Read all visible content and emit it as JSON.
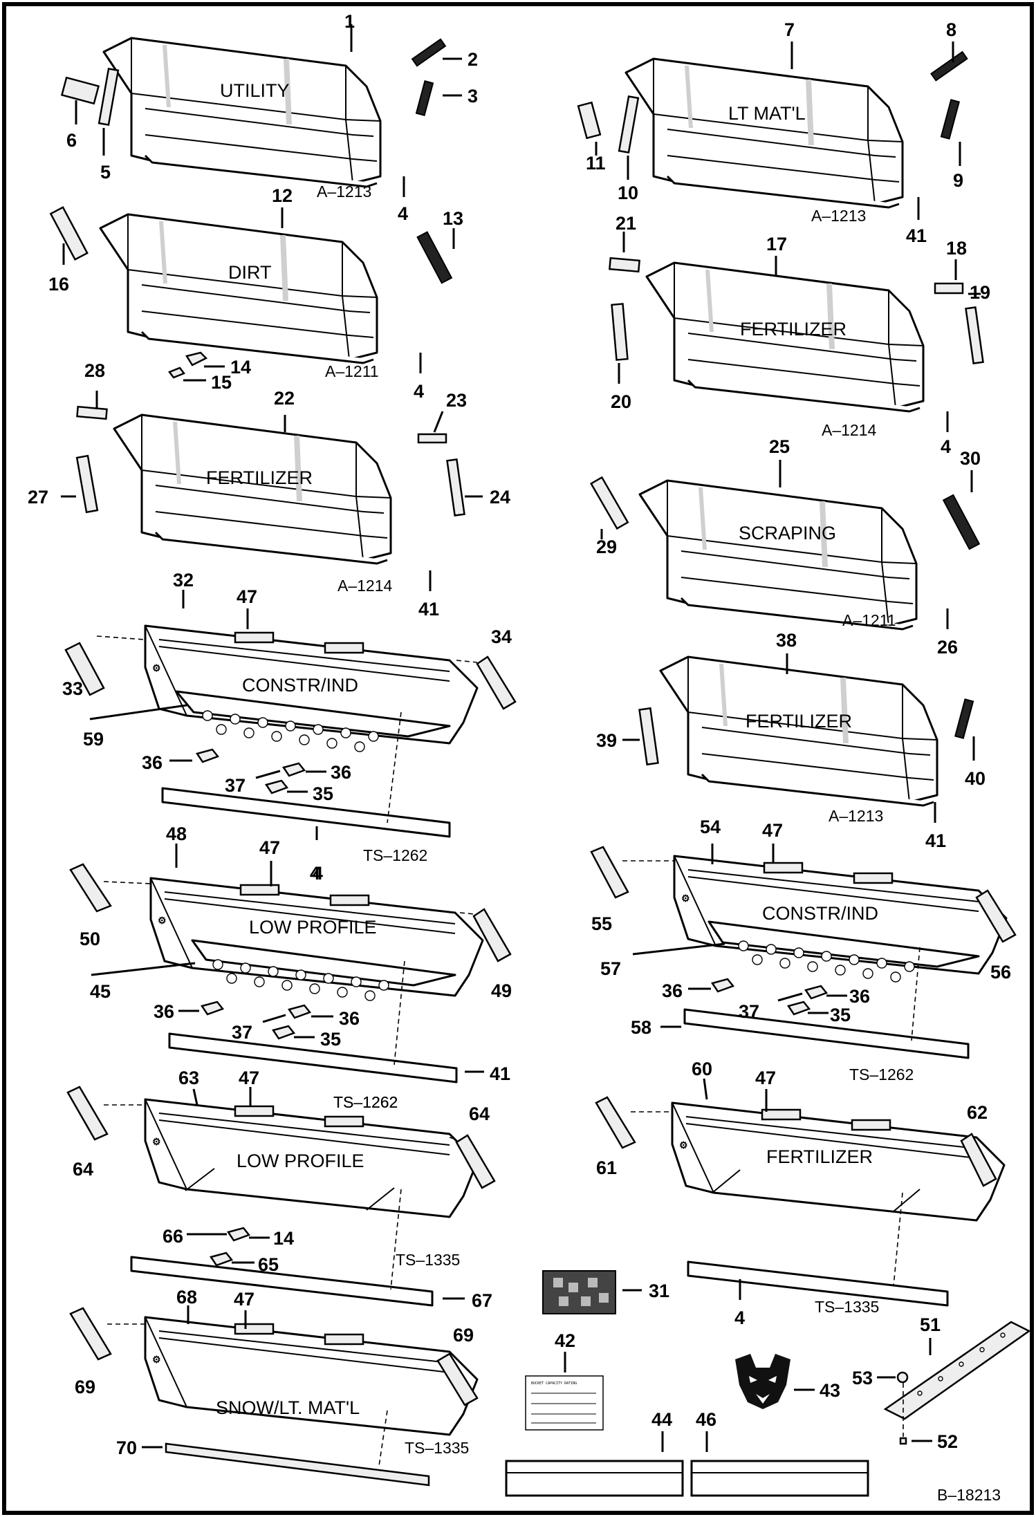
{
  "sheet_id": "B–18213",
  "buckets": [
    {
      "id": "b1",
      "label": "UTILITY",
      "decal_ref": "A–1213",
      "callouts": [
        "1",
        "2",
        "3",
        "4",
        "5",
        "6"
      ]
    },
    {
      "id": "b2",
      "label": "LT MAT'L",
      "decal_ref": "A–1213",
      "callouts": [
        "7",
        "8",
        "9",
        "10",
        "11",
        "41"
      ]
    },
    {
      "id": "b3",
      "label": "DIRT",
      "decal_ref": "A–1211",
      "callouts": [
        "12",
        "13",
        "14",
        "15",
        "16",
        "4"
      ]
    },
    {
      "id": "b4",
      "label": "FERTILIZER",
      "decal_ref": "A–1214",
      "callouts": [
        "17",
        "18",
        "19",
        "20",
        "21",
        "4"
      ]
    },
    {
      "id": "b5",
      "label": "FERTILIZER",
      "decal_ref": "A–1214",
      "callouts": [
        "22",
        "23",
        "24",
        "27",
        "28",
        "41"
      ]
    },
    {
      "id": "b6",
      "label": "SCRAPING",
      "decal_ref": "A–1211",
      "callouts": [
        "25",
        "26",
        "29",
        "30"
      ]
    },
    {
      "id": "b7",
      "label": "CONSTR/IND",
      "decal_ref": "TS–1262",
      "callouts": [
        "32",
        "33",
        "34",
        "35",
        "36",
        "36",
        "37",
        "4",
        "47",
        "59"
      ]
    },
    {
      "id": "b8",
      "label": "FERTILIZER",
      "decal_ref": "A–1213",
      "callouts": [
        "38",
        "39",
        "40",
        "41"
      ]
    },
    {
      "id": "b9",
      "label": "LOW PROFILE",
      "decal_ref": "TS–1262",
      "callouts": [
        "48",
        "47",
        "50",
        "49",
        "45",
        "36",
        "36",
        "37",
        "35",
        "41"
      ]
    },
    {
      "id": "b10",
      "label": "CONSTR/IND",
      "decal_ref": "TS–1262",
      "callouts": [
        "54",
        "47",
        "55",
        "56",
        "57",
        "36",
        "36",
        "37",
        "35",
        "58"
      ]
    },
    {
      "id": "b11",
      "label": "LOW PROFILE",
      "decal_ref": "TS–1335",
      "callouts": [
        "63",
        "47",
        "64",
        "64",
        "66",
        "14",
        "65",
        "67"
      ]
    },
    {
      "id": "b12",
      "label": "FERTILIZER",
      "decal_ref": "TS–1335",
      "callouts": [
        "60",
        "47",
        "61",
        "62",
        "4"
      ]
    },
    {
      "id": "b13",
      "label": "SNOW/LT. MAT'L",
      "decal_ref": "TS–1335",
      "callouts": [
        "68",
        "47",
        "69",
        "69",
        "70"
      ]
    }
  ],
  "loose_parts": {
    "decal_31": "31",
    "decal_42": "42",
    "logo_43": "43",
    "strip_44": "44",
    "strip_46": "46",
    "bolt_on_edge": [
      "51",
      "52",
      "53"
    ]
  },
  "capacity_decal_heading": "BUCKET CAPACITY RATING",
  "logo": "bobcat-logo"
}
